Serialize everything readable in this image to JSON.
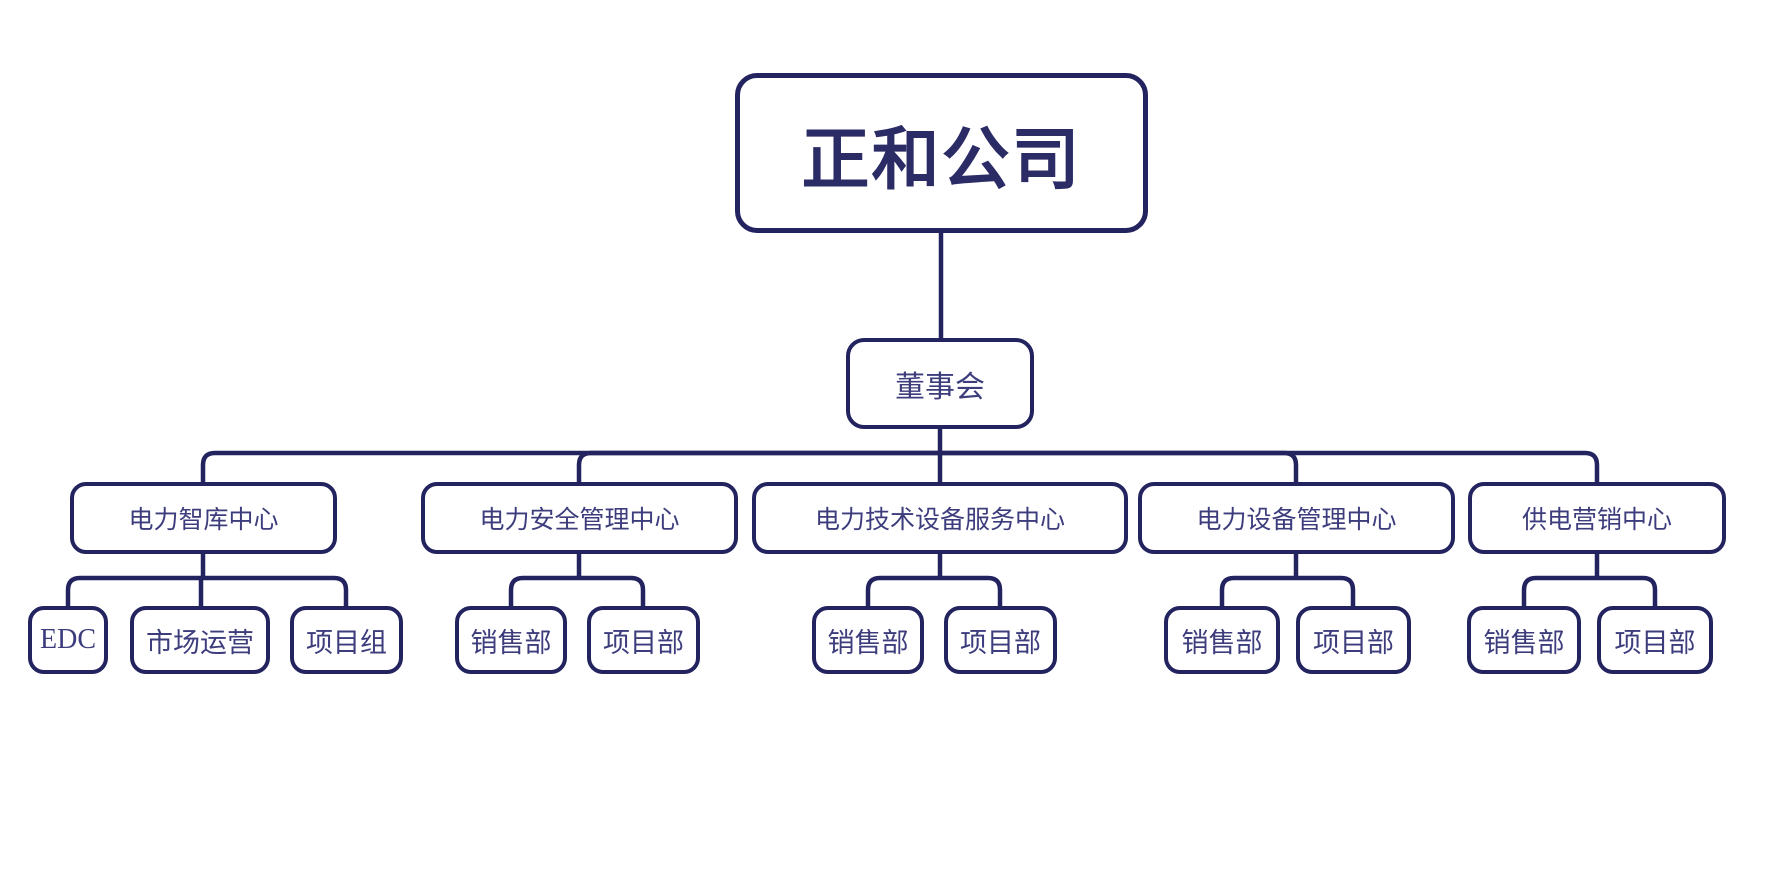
{
  "diagram": {
    "title": "正和公司",
    "colors": {
      "line": "#23235f",
      "border": "#23235f",
      "text": "#3d3d7d",
      "title_text": "#2b2b66",
      "background": "#ffffff"
    },
    "root": {
      "label": "正和公司"
    },
    "board": {
      "label": "董事会"
    },
    "centers": [
      {
        "label": "电力智库中心",
        "children": [
          {
            "label": "EDC"
          },
          {
            "label": "市场运营"
          },
          {
            "label": "项目组"
          }
        ]
      },
      {
        "label": "电力安全管理中心",
        "children": [
          {
            "label": "销售部"
          },
          {
            "label": "项目部"
          }
        ]
      },
      {
        "label": "电力技术设备服务中心",
        "children": [
          {
            "label": "销售部"
          },
          {
            "label": "项目部"
          }
        ]
      },
      {
        "label": "电力设备管理中心",
        "children": [
          {
            "label": "销售部"
          },
          {
            "label": "项目部"
          }
        ]
      },
      {
        "label": "供电营销中心",
        "children": [
          {
            "label": "销售部"
          },
          {
            "label": "项目部"
          }
        ]
      }
    ]
  }
}
